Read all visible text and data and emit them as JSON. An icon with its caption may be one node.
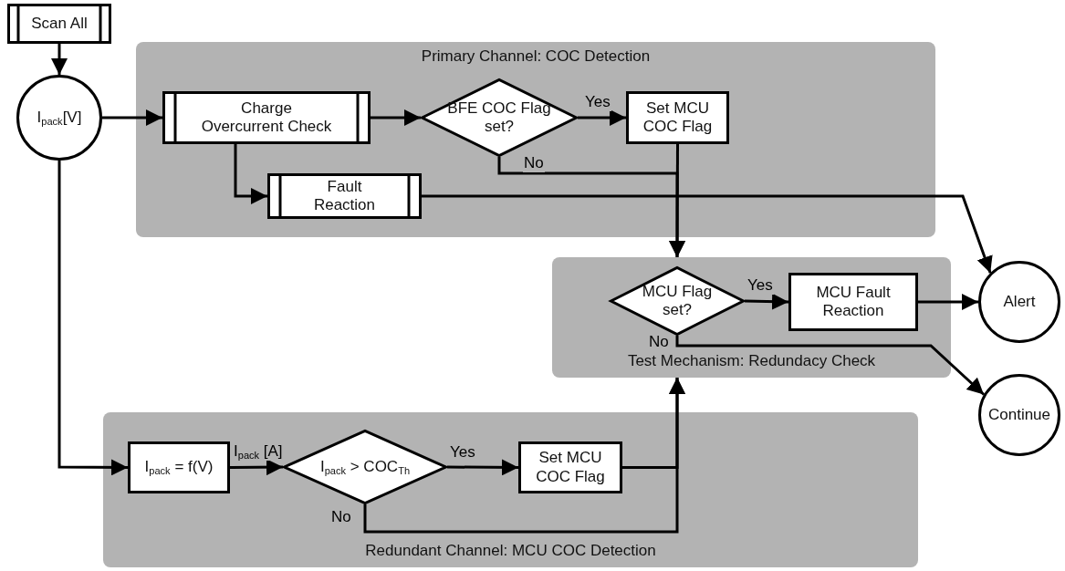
{
  "diagram": {
    "nodes": [
      {
        "text": [
          "Scan All"
        ]
      },
      {
        "text": [
          "I$_{pack}$[V]"
        ]
      },
      {
        "text": [
          "Primary Channel: COC Detection"
        ]
      },
      {
        "text": [
          "Charge Overcurrent Check"
        ],
        "in": 2
      },
      {
        "text": [
          "BFE COC Flag set?"
        ],
        "in": 2
      },
      {
        "text": [
          "Set MCU COC Flag"
        ],
        "in": 2
      },
      {
        "text": [
          "Fault Reaction"
        ],
        "in": 2
      },
      {
        "text": [
          "Test Mechanism: Redundacy Check"
        ]
      },
      {
        "text": [
          "MCU Flag set?"
        ],
        "in": 7
      },
      {
        "text": [
          "MCU Fault Reaction"
        ],
        "in": 7
      },
      {
        "text": [
          "Alert"
        ]
      },
      {
        "text": [
          "Continue"
        ]
      },
      {
        "text": [
          "Redundant Channel: MCU COC Detection"
        ]
      },
      {
        "text": [
          "I$_{pack}$ = f(V)"
        ],
        "in": 12
      },
      {
        "text": [
          "I$_{pack}$ > COC$_{Th}$"
        ],
        "in": 12
      },
      {
        "text": [
          "Set MCU COC Flag"
        ],
        "in": 12
      }
    ],
    "edges": [
      {
        "from": 0,
        "to": 1,
        "arrow": "to"
      },
      {
        "from": 1,
        "to": 3,
        "arrow": "to"
      },
      {
        "from": 3,
        "to": 4,
        "arrow": "to"
      },
      {
        "from": 4,
        "to": 5,
        "arrow": "to",
        "label": "Yes"
      },
      {
        "from": 3,
        "to": 6,
        "arrow": "to"
      },
      {
        "from": 4,
        "to": 7,
        "arrow": "to",
        "label": "No"
      },
      {
        "from": 5,
        "to": 7,
        "arrow": "to"
      },
      {
        "from": 6,
        "to": 10,
        "arrow": "to"
      },
      {
        "from": 1,
        "to": 13,
        "arrow": "to"
      },
      {
        "from": 13,
        "to": 14,
        "arrow": "to",
        "label": "I$_{pack}$ [A]"
      },
      {
        "from": 14,
        "to": 15,
        "arrow": "to",
        "label": "Yes"
      },
      {
        "from": 15,
        "to": 7,
        "arrow": "to"
      },
      {
        "from": 14,
        "to": 7,
        "arrow": "to",
        "label": "No"
      },
      {
        "from": 8,
        "to": 9,
        "arrow": "to",
        "label": "Yes"
      },
      {
        "from": 9,
        "to": 10,
        "arrow": "to"
      },
      {
        "from": 8,
        "to": 11,
        "arrow": "to",
        "label": "No"
      }
    ]
  }
}
